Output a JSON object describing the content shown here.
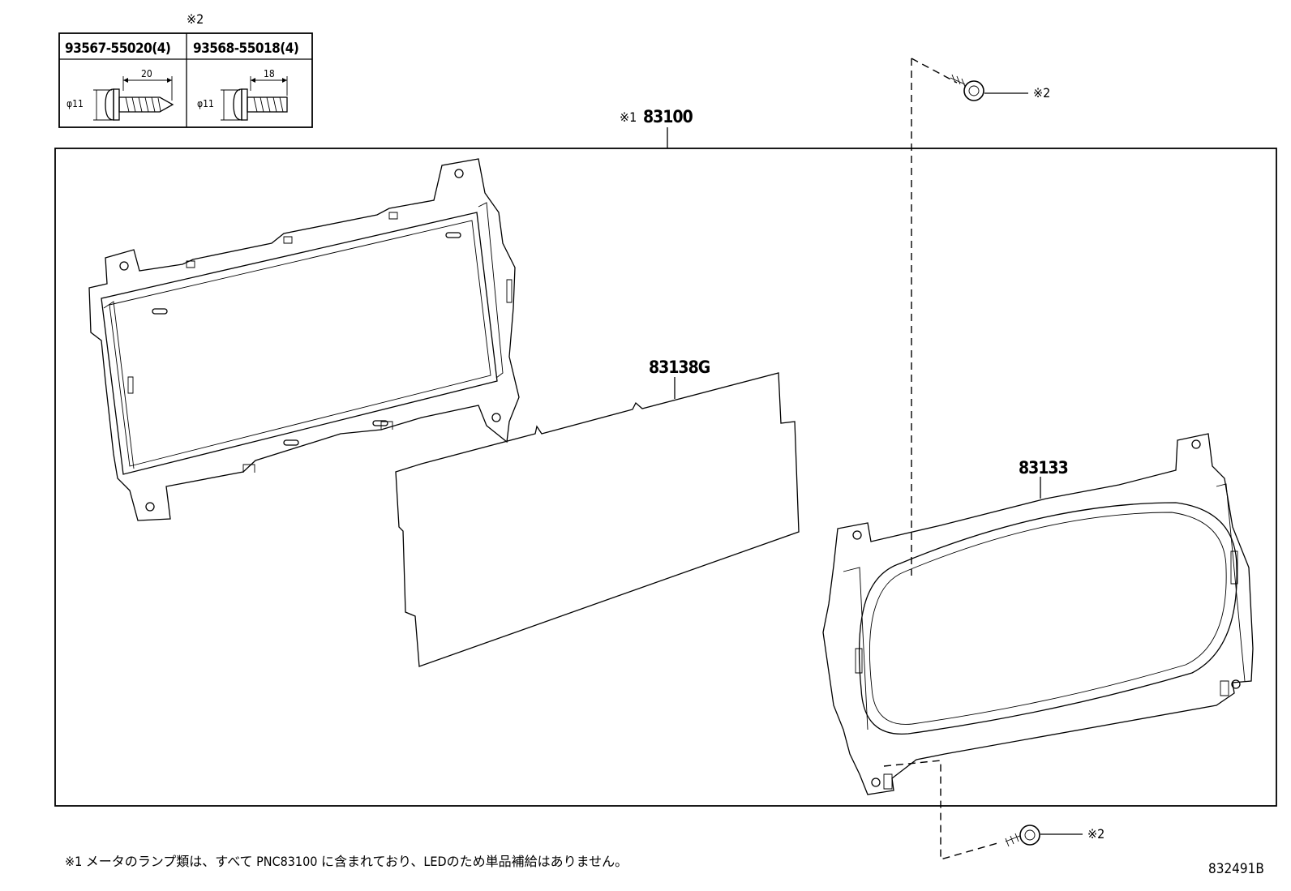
{
  "fastener_table": {
    "reference_mark": "※2",
    "columns": [
      {
        "part_number": "93567-55020(4)",
        "length_label": "20",
        "diameter_label": "φ11"
      },
      {
        "part_number": "93568-55018(4)",
        "length_label": "18",
        "diameter_label": "φ11"
      }
    ]
  },
  "assembly": {
    "reference_mark": "※1",
    "part_number": "83100"
  },
  "parts": [
    {
      "part_number": "83138G"
    },
    {
      "part_number": "83133"
    }
  ],
  "screw_callouts": [
    {
      "reference_mark": "※2"
    },
    {
      "reference_mark": "※2"
    }
  ],
  "footnote": "※1 メータのランプ類は、すべて PNC83100 に含まれており、LEDのため単品補給はありません。",
  "diagram_id": "832491B"
}
